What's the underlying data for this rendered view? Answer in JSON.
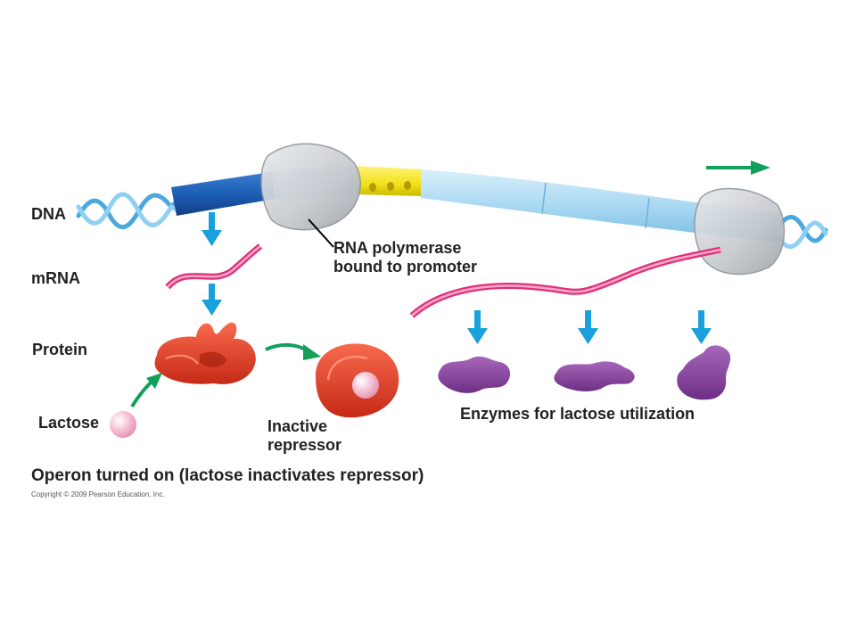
{
  "labels": {
    "dna": "DNA",
    "mrna": "mRNA",
    "protein": "Protein",
    "lactose": "Lactose",
    "rna_polymerase_line1": "RNA polymerase",
    "rna_polymerase_line2": "bound to promoter",
    "inactive_line1": "Inactive",
    "inactive_line2": "repressor",
    "enzymes": "Enzymes for lactose utilization"
  },
  "caption": "Operon turned on (lactose inactivates repressor)",
  "copyright": "Copyright © 2009 Pearson Education, Inc.",
  "colors": {
    "dna_helix": "#4aa8de",
    "regulatory_gene": "#1c5fb4",
    "operator": "#f2e21a",
    "operon_genes": "#a9d8f2",
    "polymerase": "#c9cdd2",
    "mrna": "#e0307a",
    "repressor": "#e8412a",
    "lactose": "#f7b9cf",
    "enzymes": "#8e4aa2",
    "flow_arrow": "#1aa0dc",
    "binding_arrow": "#13a05a"
  },
  "icons": {
    "transcription_direction": "green-right-arrow",
    "flow": "blue-down-arrow",
    "binding": "green-curved-arrow"
  }
}
